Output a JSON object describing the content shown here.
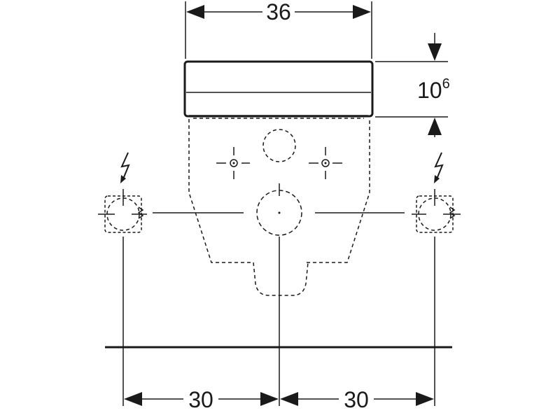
{
  "dimensions": {
    "top_width": "36",
    "seat_height_base": "10",
    "seat_height_sup": "6",
    "bottom_left": "30",
    "bottom_right": "30"
  },
  "symbols": {
    "power_left": "electric-lightning-icon",
    "power_right": "electric-lightning-icon"
  },
  "colors": {
    "line": "#1a1a1a",
    "background": "#ffffff"
  }
}
